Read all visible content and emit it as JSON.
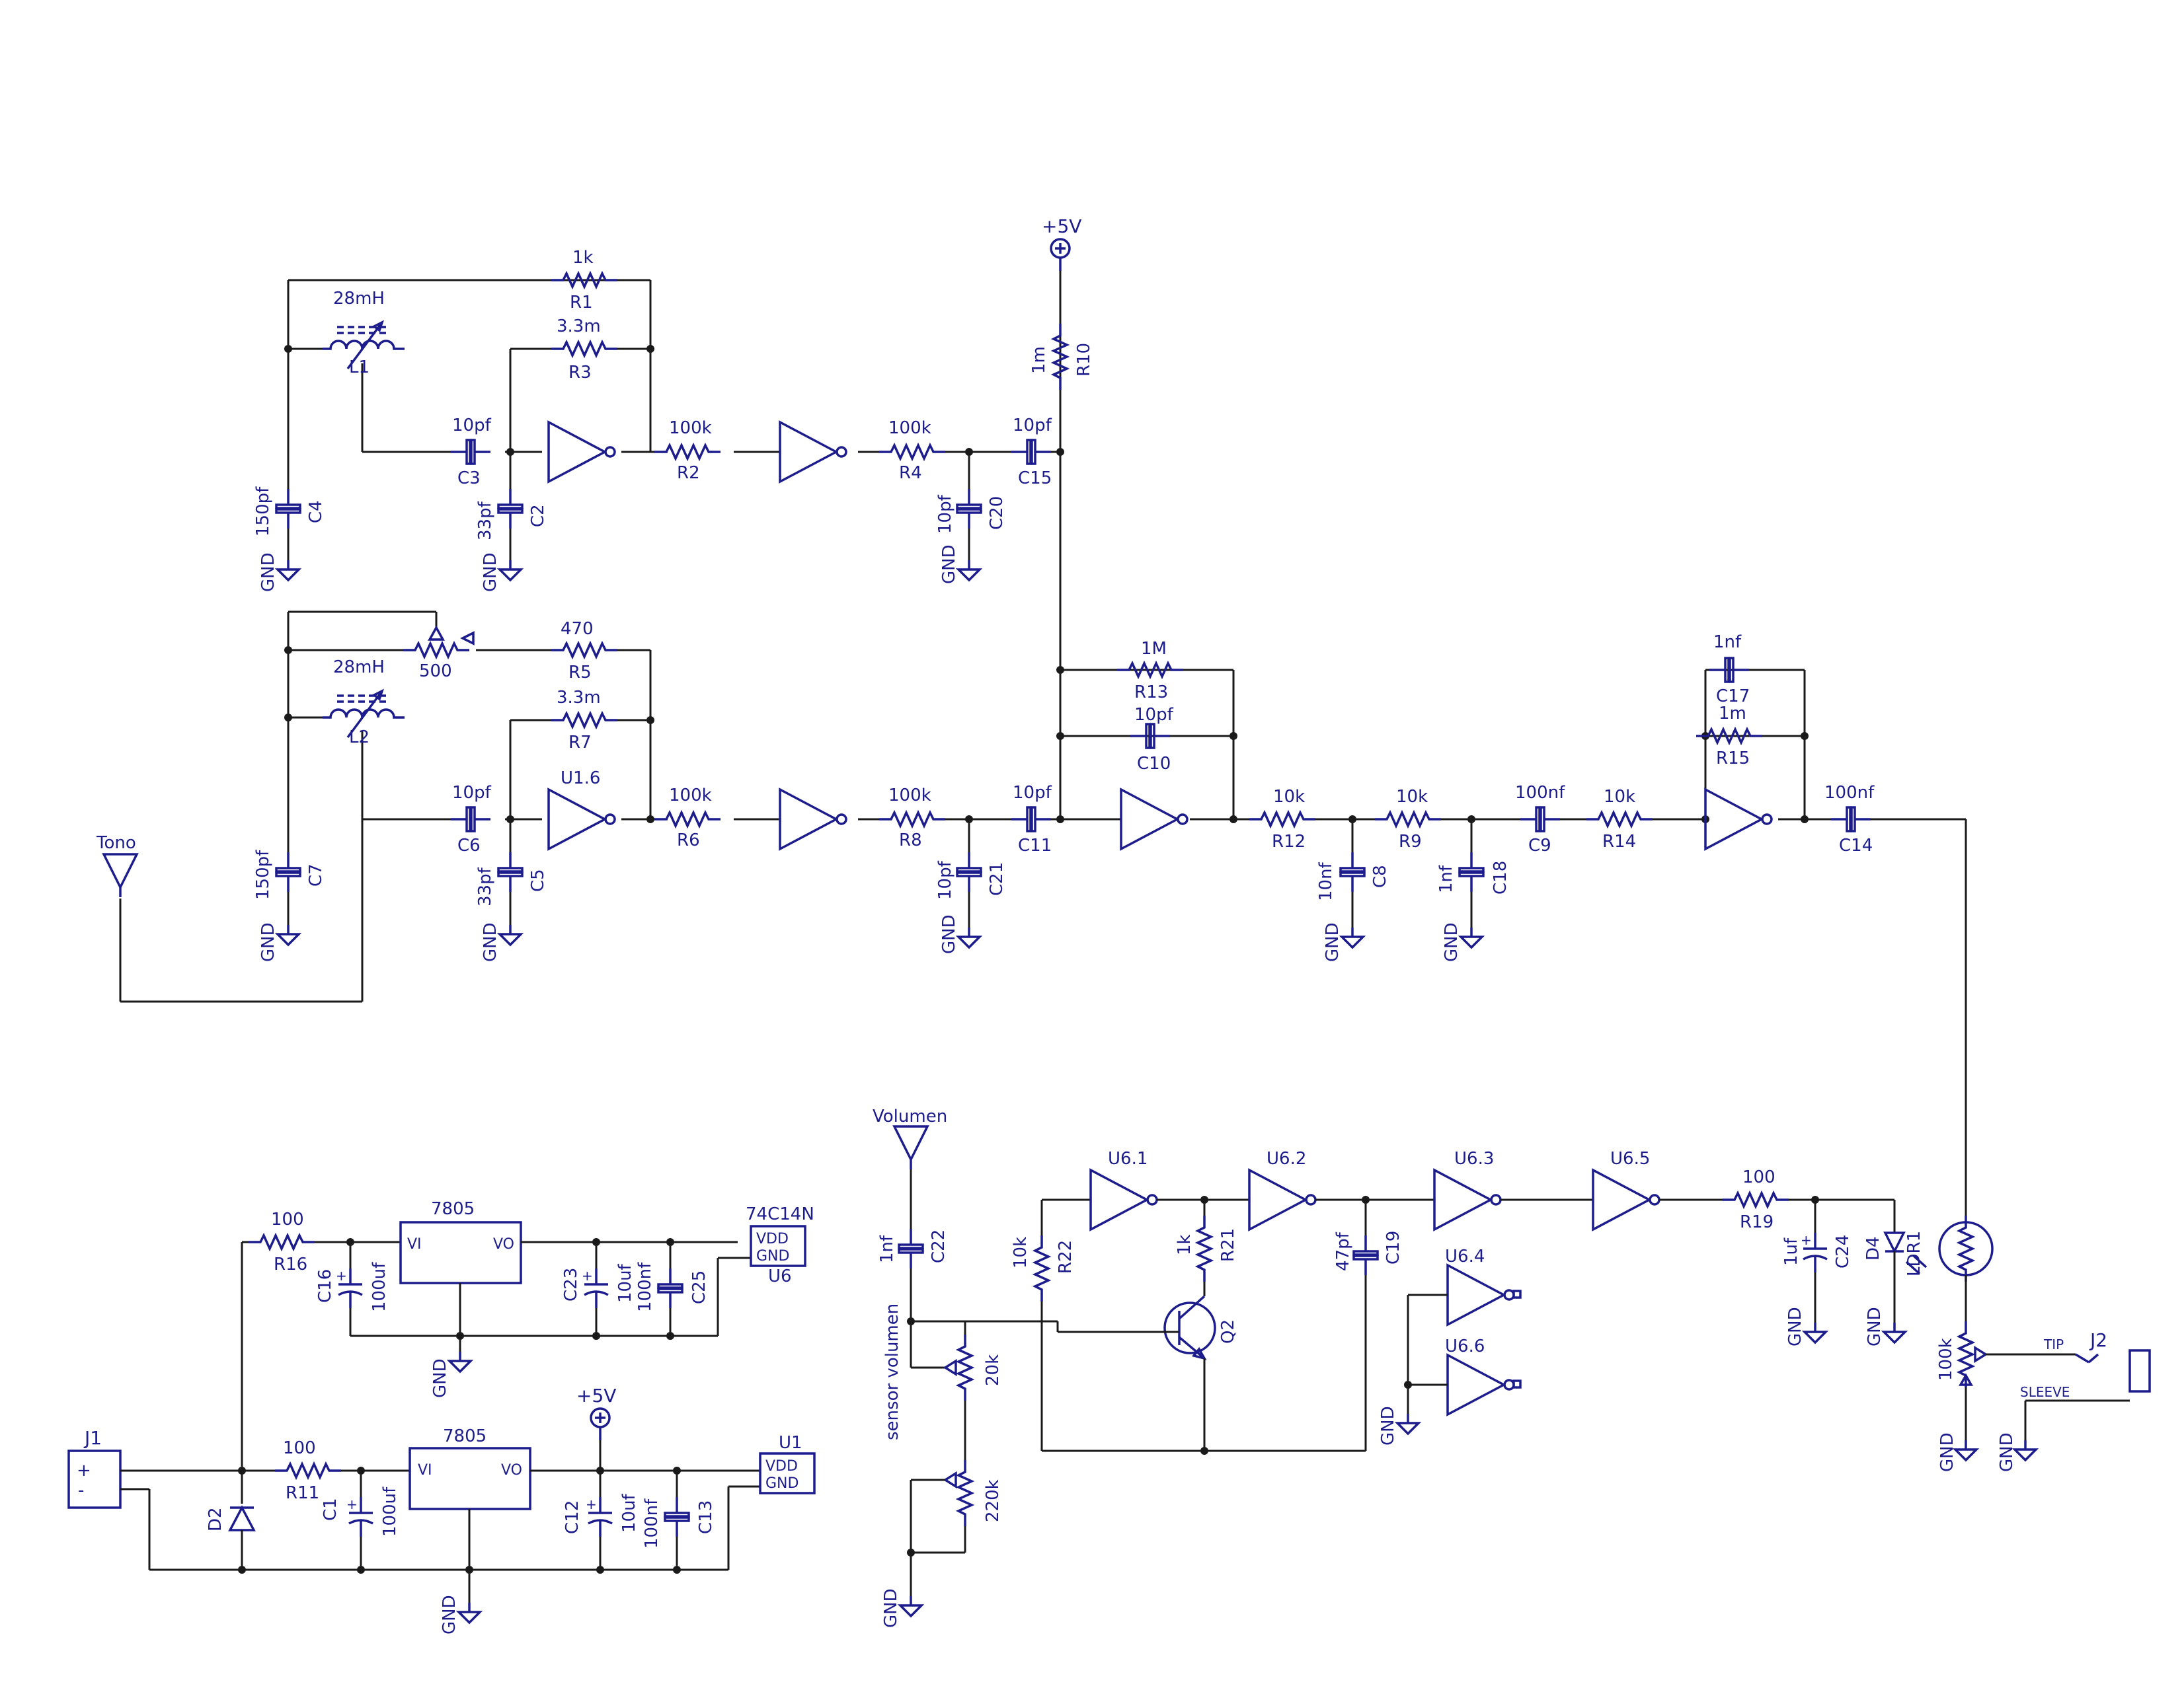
{
  "schematic": {
    "oscillator_1": {
      "feedback_resistor": {
        "ref": "R1",
        "value": "1k"
      },
      "inductor": {
        "ref": "L1",
        "value": "28mH"
      },
      "bias_resistor": {
        "ref": "R3",
        "value": "3.3m"
      },
      "coupling_cap": {
        "ref": "C3",
        "value": "10pf"
      },
      "tank_cap": {
        "ref": "C4",
        "value": "150pf"
      },
      "input_cap": {
        "ref": "C2",
        "value": "33pf"
      },
      "series_resistor": {
        "ref": "R2",
        "value": "100k"
      },
      "series_resistor_2": {
        "ref": "R4",
        "value": "100k"
      },
      "filter_cap": {
        "ref": "C20",
        "value": "10pf"
      },
      "output_cap": {
        "ref": "C15",
        "value": "10pf"
      },
      "pullup": {
        "ref": "R10",
        "value": "1m"
      }
    },
    "oscillator_2": {
      "pot": {
        "value": "500"
      },
      "feedback_resistor": {
        "ref": "R5",
        "value": "470"
      },
      "inductor": {
        "ref": "L2",
        "value": "28mH"
      },
      "bias_resistor": {
        "ref": "R7",
        "value": "3.3m"
      },
      "coupling_cap": {
        "ref": "C6",
        "value": "10pf"
      },
      "tank_cap": {
        "ref": "C7",
        "value": "150pf"
      },
      "input_cap": {
        "ref": "C5",
        "value": "33pf"
      },
      "gate_label": "U1.6",
      "series_resistor": {
        "ref": "R6",
        "value": "100k"
      },
      "series_resistor_2": {
        "ref": "R8",
        "value": "100k"
      },
      "filter_cap": {
        "ref": "C21",
        "value": "10pf"
      },
      "output_cap": {
        "ref": "C11",
        "value": "10pf"
      }
    },
    "mixer": {
      "r13": {
        "ref": "R13",
        "value": "1M"
      },
      "c10": {
        "ref": "C10",
        "value": "10pf"
      },
      "r12": {
        "ref": "R12",
        "value": "10k"
      },
      "r9": {
        "ref": "R9",
        "value": "10k"
      },
      "c8": {
        "ref": "C8",
        "value": "10nf"
      },
      "c18": {
        "ref": "C18",
        "value": "1nf"
      },
      "c9": {
        "ref": "C9",
        "value": "100nf"
      },
      "r14": {
        "ref": "R14",
        "value": "10k"
      },
      "c17": {
        "ref": "C17",
        "value": "1nf"
      },
      "r15": {
        "ref": "R15",
        "value": "1m"
      },
      "c14": {
        "ref": "C14",
        "value": "100nf"
      }
    },
    "volume": {
      "antenna_label": "Volumen",
      "c22": {
        "ref": "C22",
        "value": "1nf"
      },
      "pot_20k": "20k",
      "pot_220k": "220k",
      "sensor_label": "sensor volumen",
      "r22": {
        "ref": "R22",
        "value": "10k"
      },
      "r21": {
        "ref": "R21",
        "value": "1k"
      },
      "q2": "Q2",
      "c19": {
        "ref": "C19",
        "value": "47pf"
      },
      "gates": [
        "U6.1",
        "U6.2",
        "U6.3",
        "U6.5",
        "U6.4",
        "U6.6"
      ],
      "r19": {
        "ref": "R19",
        "value": "100"
      },
      "c24": {
        "ref": "C24",
        "value": "1uf"
      },
      "d4": "D4",
      "ldr": "LDR1",
      "out_pot": "100k",
      "jack": "J2",
      "tip": "TIP",
      "sleeve": "SLEEVE"
    },
    "tono_label": "Tono",
    "power_5v": "+5V",
    "gnd": "GND",
    "power_supply": {
      "r16": {
        "ref": "R16",
        "value": "100"
      },
      "reg_top": "7805",
      "c16": {
        "ref": "C16",
        "value": "100uf"
      },
      "c23": {
        "ref": "C23",
        "value": "10uf"
      },
      "c25": {
        "ref": "C25",
        "value": "100nf"
      },
      "u6_part": "74C14N",
      "u6": "U6",
      "vdd": "VDD",
      "gnd_pin": "GND",
      "vi": "VI",
      "vo": "VO",
      "j1": "J1",
      "d2": "D2",
      "r11": {
        "ref": "R11",
        "value": "100"
      },
      "reg_bottom": "7805",
      "c1": {
        "ref": "C1",
        "value": "100uf"
      },
      "c12": {
        "ref": "C12",
        "value": "10uf"
      },
      "c13": {
        "ref": "C13",
        "value": "100nf"
      },
      "u1": "U1"
    }
  }
}
